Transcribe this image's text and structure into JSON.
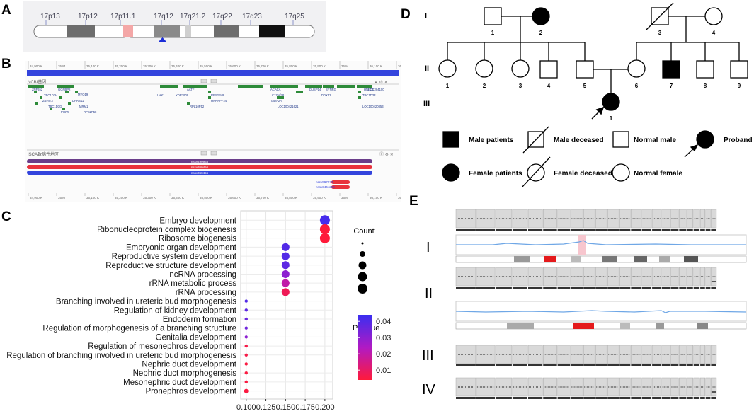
{
  "panel_labels": {
    "a": "A",
    "b": "B",
    "c": "C",
    "d": "D",
    "e": "E"
  },
  "colors": {
    "gene_green": "#2e8b3a",
    "cnv_red": "#e8323c",
    "cnv_blue": "#3344dd",
    "cnv_purple": "#6a3d8a",
    "pval_high": "#3a2ef0",
    "pval_low": "#ff1a3a"
  },
  "ideogram": {
    "band_labels": [
      "17p13",
      "17p12",
      "17p11.1",
      "17q12",
      "17q21.2",
      "17q22",
      "17q23",
      "17q25"
    ]
  },
  "genome_browser": {
    "ruler_ticks": [
      "34,900 K",
      "35 M",
      "35,100 K",
      "35,200 K",
      "35,300 K",
      "35,400 K",
      "35,500 K",
      "35,600 K",
      "35,700 K",
      "35,800 K",
      "35,900 K",
      "36 M",
      "36,100 K",
      "36,200 K"
    ],
    "track1_title": "NCBI基因",
    "track2_title": "ISCA致病性地区",
    "genes": [
      "ZNF652",
      "GGNBP2",
      "MYO19",
      "TBC1D3H",
      "ZNHIT3",
      "DHRS11",
      "TBC1D3G",
      "MRM1",
      "PIGW",
      "RPS2P58",
      "AATF",
      "LHX1",
      "YDR2909",
      "RPS2P49",
      "HNRNPF24",
      "RPL10P52",
      "ACACA",
      "C17orf78",
      "TADA2A",
      "LOC100421621",
      "DUSP14",
      "SYNRG",
      "DDX52",
      "HNF1B",
      "LOC284100",
      "TBC1D3F",
      "LOC100420853"
    ],
    "cnv_bars": [
      "nssv490963",
      "nssv360456",
      "nssv360455"
    ],
    "small_cnvs": [
      "nssv997073",
      "nssv3444290"
    ]
  },
  "chart_data": {
    "type": "scatter",
    "title": "",
    "xlabel": "",
    "ylabel": "",
    "xlim": [
      0.093,
      0.21
    ],
    "xticks": [
      0.1,
      0.125,
      0.15,
      0.175,
      0.2
    ],
    "xtick_labels": [
      "0.100",
      "0.125",
      "0.150",
      "0.175",
      "0.200"
    ],
    "categories": [
      "Embryo development",
      "Ribonucleoprotein complex biogenesis",
      "Ribosome biogenesis",
      "Embryonic organ development",
      "Reproductive system development",
      "Reproductive structure development",
      "ncRNA processing",
      "rRNA metabolic process",
      "rRNA processing",
      "Branching involved in ureteric bud morphogenesis",
      "Regulation of kidney development",
      "Endoderm formation",
      "Regulation of morphogenesis of a branching structure",
      "Genitalia development",
      "Regulation of mesonephros development",
      "Regulation of branching involved in ureteric bud morphogenesis",
      "Nephric duct development",
      "Nephric duct morphogenesis",
      "Mesonephric duct development",
      "Pronephros development"
    ],
    "x": [
      0.2,
      0.2,
      0.2,
      0.15,
      0.15,
      0.15,
      0.15,
      0.15,
      0.15,
      0.1,
      0.1,
      0.1,
      0.1,
      0.1,
      0.1,
      0.1,
      0.1,
      0.1,
      0.1,
      0.1
    ],
    "count": [
      4,
      4,
      4,
      3,
      3,
      3,
      3,
      3,
      3,
      2,
      2,
      2,
      2,
      2,
      2,
      2,
      2,
      2,
      2
    ],
    "p_value": [
      0.042,
      0.004,
      0.004,
      0.04,
      0.04,
      0.038,
      0.03,
      0.02,
      0.008,
      0.04,
      0.038,
      0.036,
      0.035,
      0.03,
      0.006,
      0.006,
      0.005,
      0.005,
      0.005,
      0.005
    ],
    "size_legend_title": "Count",
    "color_legend_title": "P-Value",
    "colorbar_ticks": [
      0.04,
      0.03,
      0.02,
      0.01
    ],
    "colorbar_tick_labels": [
      "0.04",
      "0.03",
      "0.02",
      "0.01"
    ],
    "color_range": [
      0.004,
      0.044
    ],
    "grid": true,
    "legend_position": "right"
  },
  "pedigree": {
    "gen_labels": [
      "I",
      "II",
      "III"
    ],
    "gen1_ids": [
      "1",
      "2",
      "3",
      "4"
    ],
    "gen2_ids": [
      "1",
      "2",
      "3",
      "4",
      "5",
      "6",
      "7",
      "8",
      "9"
    ],
    "gen3_ids": [
      "1"
    ],
    "legend": {
      "male_patients": "Male patients",
      "male_deceased": "Male deceased",
      "normal_male": "Normal male",
      "proband": "Proband",
      "female_patients": "Female patients",
      "female_deceased": "Female deceased",
      "normal_female": "Normal female"
    }
  },
  "karyo": {
    "row_labels": [
      "I",
      "II",
      "III",
      "IV"
    ]
  }
}
